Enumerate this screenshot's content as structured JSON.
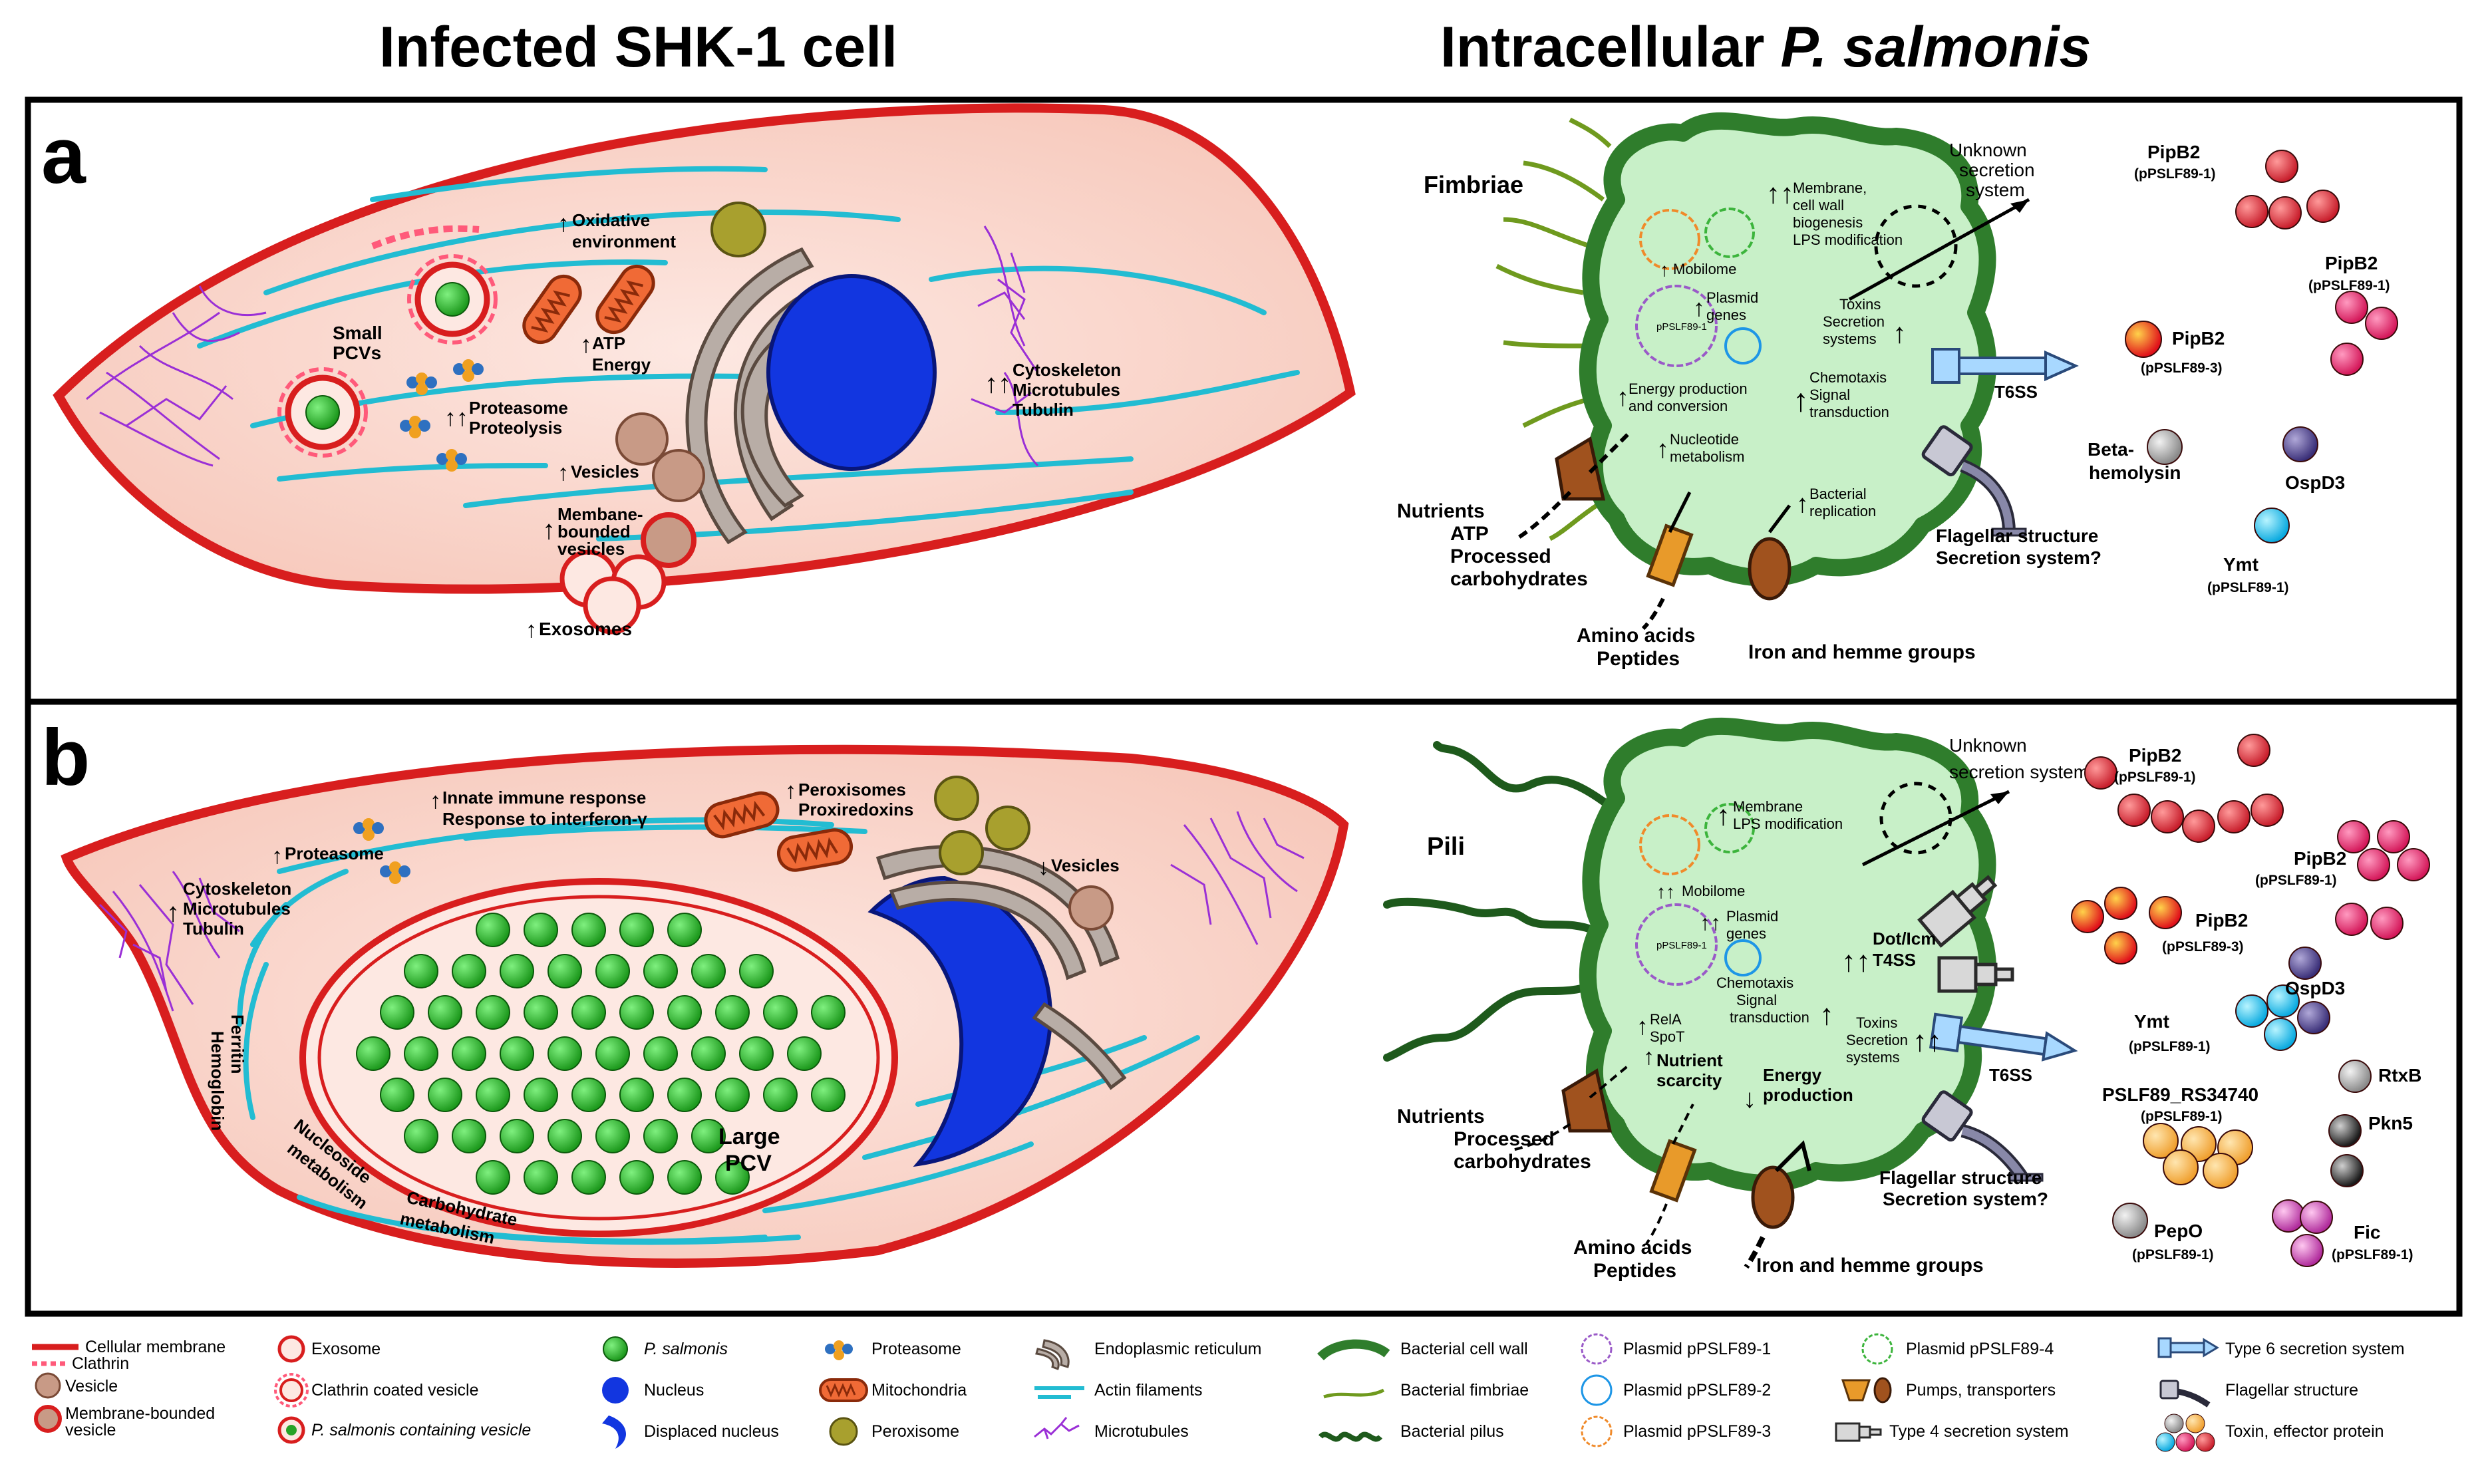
{
  "headers": {
    "left": "Infected SHK-1 cell",
    "right_prefix": "Intracellular ",
    "right_italic": "P. salmonis"
  },
  "panel_a": {
    "letter": "a",
    "cell_labels": {
      "oxidative": [
        "Oxidative",
        "environment"
      ],
      "small_pcvs": [
        "Small",
        "PCVs"
      ],
      "atp": [
        "ATP",
        "Energy"
      ],
      "proteasome": [
        "Proteasome",
        "Proteolysis"
      ],
      "cytoskeleton": [
        "Cytoskeleton",
        "Microtubules",
        "Tubulin"
      ],
      "vesicles": "Vesicles",
      "membrane_bounded": [
        "Membane-",
        "bounded",
        "vesicles"
      ],
      "exosomes": "Exosomes"
    },
    "bacterium_labels": {
      "fimbriae": "Fimbriae",
      "membrane": [
        "Membrane,",
        "cell wall",
        "biogenesis",
        "LPS modification"
      ],
      "unknown_secretion": [
        "Unknown",
        "secretion",
        "system"
      ],
      "mobilome": "Mobilome",
      "plasmid_genes": [
        "Plasmid",
        "genes"
      ],
      "toxins": [
        "Toxins",
        "Secretion",
        "systems"
      ],
      "plasmid_inner": "pPSLF89-1",
      "energy": [
        "Energy production",
        "and conversion"
      ],
      "chemotaxis": [
        "Chemotaxis",
        "Signal",
        "transduction"
      ],
      "t6ss": "T6SS",
      "nucleotide": [
        "Nucleotide",
        "metabolism"
      ],
      "replication": [
        "Bacterial",
        "replication"
      ],
      "nutrients": [
        "Nutrients",
        "ATP",
        "Processed",
        "carbohydrates"
      ],
      "flagellar": [
        "Flagellar structure",
        "Secretion system?"
      ],
      "amino_acids": [
        "Amino acids",
        "Peptides"
      ],
      "iron": "Iron and hemme groups"
    },
    "effectors": {
      "pipb2_1": [
        "PipB2",
        "(pPSLF89-1)"
      ],
      "pipb2_1b": [
        "PipB2",
        "(pPSLF89-1)"
      ],
      "pipb2_3": [
        "PipB2",
        "(pPSLF89-3)"
      ],
      "beta": [
        "Beta-",
        "hemolysin"
      ],
      "ospd3": "OspD3",
      "ymt": [
        "Ymt",
        "(pPSLF89-1)"
      ]
    }
  },
  "panel_b": {
    "letter": "b",
    "cell_labels": {
      "innate": [
        "Innate immune response",
        "Response to interferon-γ"
      ],
      "peroxisomes": [
        "Peroxisomes",
        "Proxiredoxins"
      ],
      "proteasome": "Proteasome",
      "vesicles": "Vesicles",
      "cytoskeleton": [
        "Cytoskeleton",
        "Microtubules",
        "Tubulin"
      ],
      "ferritin": "Ferritin",
      "hemoglobin": "Hemoglobin",
      "nucleoside": [
        "Nucleoside",
        "metabolism"
      ],
      "carbohydrate": [
        "Carbohydrate",
        "metabolism"
      ],
      "large_pcv": [
        "Large",
        "PCV"
      ]
    },
    "bacterium_labels": {
      "pili": "Pili",
      "unknown_secretion": [
        "Unknown",
        "secretion system"
      ],
      "membrane": [
        "Membrane",
        "LPS modification"
      ],
      "mobilome": "Mobilome",
      "plasmid_genes": [
        "Plasmid",
        "genes"
      ],
      "dot": [
        "Dot/Icm",
        "T4SS"
      ],
      "plasmid_inner": "pPSLF89-1",
      "chemotaxis": [
        "Chemotaxis",
        "Signal",
        "transduction"
      ],
      "rela": [
        "RelA",
        "SpoT"
      ],
      "toxins": [
        "Toxins",
        "Secretion",
        "systems"
      ],
      "nutrient_scarcity": [
        "Nutrient",
        "scarcity"
      ],
      "t6ss": "T6SS",
      "energy": [
        "Energy",
        "production"
      ],
      "nutrients": [
        "Nutrients",
        "Processed",
        "carbohydrates"
      ],
      "flagellar": [
        "Flagellar structure",
        "Secretion system?"
      ],
      "amino_acids": [
        "Amino acids",
        "Peptides"
      ],
      "iron": "Iron and hemme groups"
    },
    "effectors": {
      "pipb2_1": [
        "PipB2",
        "(pPSLF89-1)"
      ],
      "pipb2_1b": [
        "PipB2",
        "(pPSLF89-1)"
      ],
      "pipb2_3": [
        "PipB2",
        "(pPSLF89-3)"
      ],
      "ospd3": "OspD3",
      "ymt": [
        "Ymt",
        "(pPSLF89-1)"
      ],
      "rtxb": "RtxB",
      "pslf": [
        "PSLF89_RS34740",
        "(pPSLF89-1)"
      ],
      "pkn5": "Pkn5",
      "pepo": [
        "PepO",
        "(pPSLF89-1)"
      ],
      "fic": [
        "Fic",
        "(pPSLF89-1)"
      ]
    }
  },
  "legend": {
    "col1": [
      "Cellular membrane",
      "Clathrin",
      "Vesicle",
      "Membrane-bounded",
      "vesicle"
    ],
    "col2": [
      "Exosome",
      "Clathrin coated vesicle",
      "P. salmonis containing vesicle"
    ],
    "col3": [
      "P. salmonis",
      "Nucleus",
      "Displaced nucleus"
    ],
    "col4": [
      "Proteasome",
      "Mitochondria",
      "Peroxisome"
    ],
    "col5": [
      "Endoplasmic reticulum",
      "Actin filaments",
      "Microtubules"
    ],
    "col6": [
      "Bacterial cell wall",
      "Bacterial fimbriae",
      "Bacterial pilus"
    ],
    "col7": [
      "Plasmid pPSLF89-1",
      "Plasmid pPSLF89-2",
      "Plasmid pPSLF89-3"
    ],
    "col8": [
      "Plasmid pPSLF89-4",
      "Pumps, transporters",
      "Type 4 secretion system"
    ],
    "col9": [
      "Type 6 secretion system",
      "Flagellar structure",
      "Toxin, effector protein"
    ]
  },
  "colors": {
    "membrane_red": "#d81e1e",
    "cytoplasm": "#f9d6cc",
    "bacterium_green": "#2f7d2c",
    "bacterium_fill": "#c8f0c8",
    "pcv_green": "#27a327",
    "nucleus_blue": "#1236e0",
    "actin_cyan": "#22bcd2",
    "microtubule_purple": "#9a2fd6",
    "peroxisome": "#a8a02e",
    "vesicle_brown": "#c89a86"
  }
}
